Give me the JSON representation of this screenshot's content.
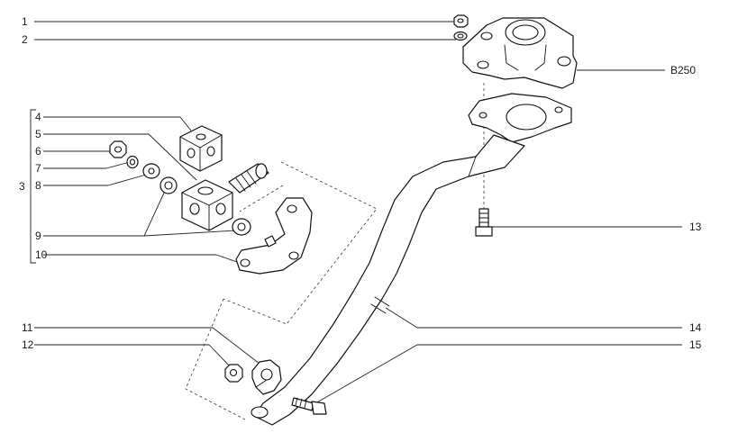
{
  "callouts": {
    "c1": "1",
    "c2": "2",
    "c3": "3",
    "c4": "4",
    "c5": "5",
    "c6": "6",
    "c7": "7",
    "c8": "8",
    "c9": "9",
    "c10": "10",
    "c11": "11",
    "c12": "12",
    "c13": "13",
    "c14": "14",
    "c15": "15",
    "ref": "B250"
  }
}
